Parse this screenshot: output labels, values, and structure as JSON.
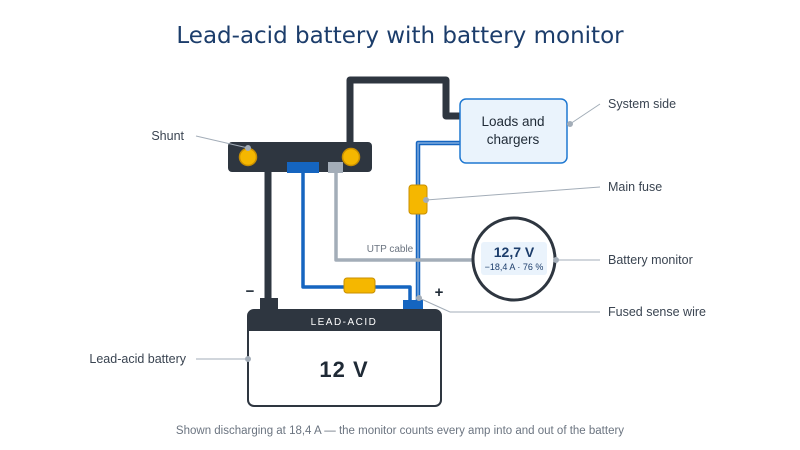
{
  "title": "Lead-acid battery with battery monitor",
  "shunt_label": "Shunt",
  "loads_label_line1": "Loads and",
  "loads_label_line2": "chargers",
  "system_side_label": "System side",
  "main_fuse_label": "Main fuse",
  "utp_cable_label": "UTP cable",
  "monitor": {
    "voltage": "12,7 V",
    "detail": "−18,4 A · 76 %"
  },
  "battery_monitor_label": "Battery monitor",
  "fused_sense_wire_label": "Fused sense wire",
  "battery": {
    "type_label": "LEAD-ACID",
    "voltage_label": "12 V",
    "name_label": "Lead-acid battery",
    "minus_symbol": "−",
    "plus_symbol": "+"
  },
  "caption": "Shown discharging at 18,4 A — the monitor counts every amp into and out of the battery",
  "colors": {
    "dark": "#2e3640",
    "blue": "#1565c0",
    "grey_wire": "#a3adb8",
    "fuse": "#f5b700",
    "title": "#1c3d6b",
    "panel_fill": "#eaf3fc"
  }
}
